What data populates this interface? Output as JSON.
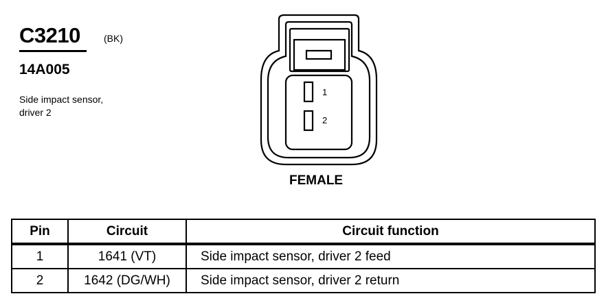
{
  "connector": {
    "id": "C3210",
    "color_code": "(BK)",
    "part_number": "14A005",
    "description_lines": [
      "Side impact sensor,",
      "driver 2"
    ],
    "gender_label": "FEMALE",
    "cavities": [
      "1",
      "2"
    ]
  },
  "table": {
    "headers": [
      "Pin",
      "Circuit",
      "Circuit function"
    ],
    "rows": [
      {
        "pin": "1",
        "circuit": "1641 (VT)",
        "function": "Side impact sensor, driver 2 feed"
      },
      {
        "pin": "2",
        "circuit": "1642 (DG/WH)",
        "function": "Side impact sensor, driver 2 return"
      }
    ]
  }
}
